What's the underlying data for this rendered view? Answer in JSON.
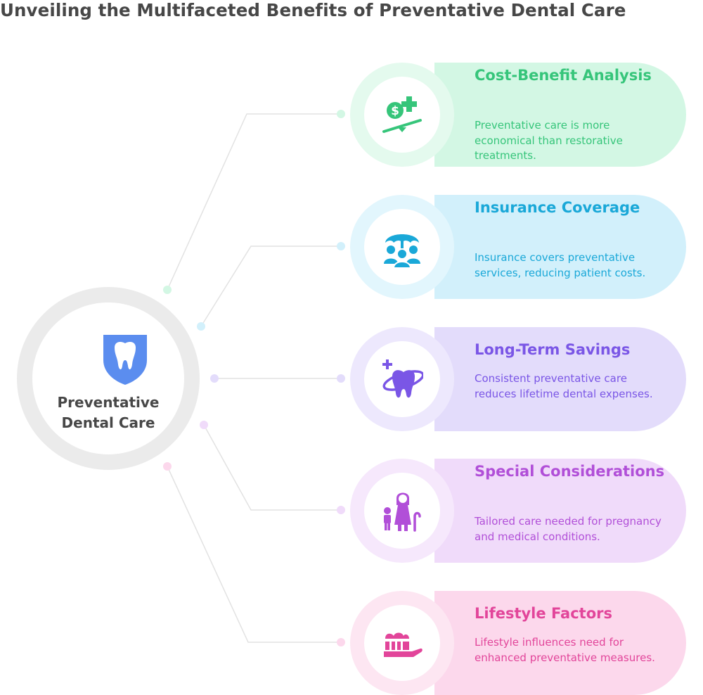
{
  "title": "Unveiling the Multifaceted Benefits of Preventative Dental Care",
  "hub": {
    "label": "Preventative\nDental Care",
    "icon": "tooth-shield-icon",
    "icon_color": "#5b8def",
    "ring_color": "#ebebeb"
  },
  "items": [
    {
      "title": "Cost-Benefit Analysis",
      "description": "Preventative care is more economical than restorative treatments.",
      "icon": "dollar-plus-scale-icon",
      "color": "#36c57a",
      "pill": "#d3f7e4",
      "ring": "#e4faee"
    },
    {
      "title": "Insurance Coverage",
      "description": "Insurance covers preventative services, reducing patient costs.",
      "icon": "umbrella-family-icon",
      "color": "#1aa8d8",
      "pill": "#d2f0fb",
      "ring": "#e2f6fd"
    },
    {
      "title": "Long-Term Savings",
      "description": "Consistent preventative care reduces lifetime dental expenses.",
      "icon": "orbit-tooth-icon",
      "color": "#7a56e6",
      "pill": "#e3dcfb",
      "ring": "#ede8fd"
    },
    {
      "title": "Special Considerations",
      "description": "Tailored care needed for pregnancy and medical conditions.",
      "icon": "mother-child-icon",
      "color": "#b14fd8",
      "pill": "#f0dbfa",
      "ring": "#f6e8fc"
    },
    {
      "title": "Lifestyle Factors",
      "description": "Lifestyle influences need for enhanced preventative measures.",
      "icon": "toothbrush-icon",
      "color": "#e2459a",
      "pill": "#fcd8ec",
      "ring": "#fde6f2"
    }
  ]
}
